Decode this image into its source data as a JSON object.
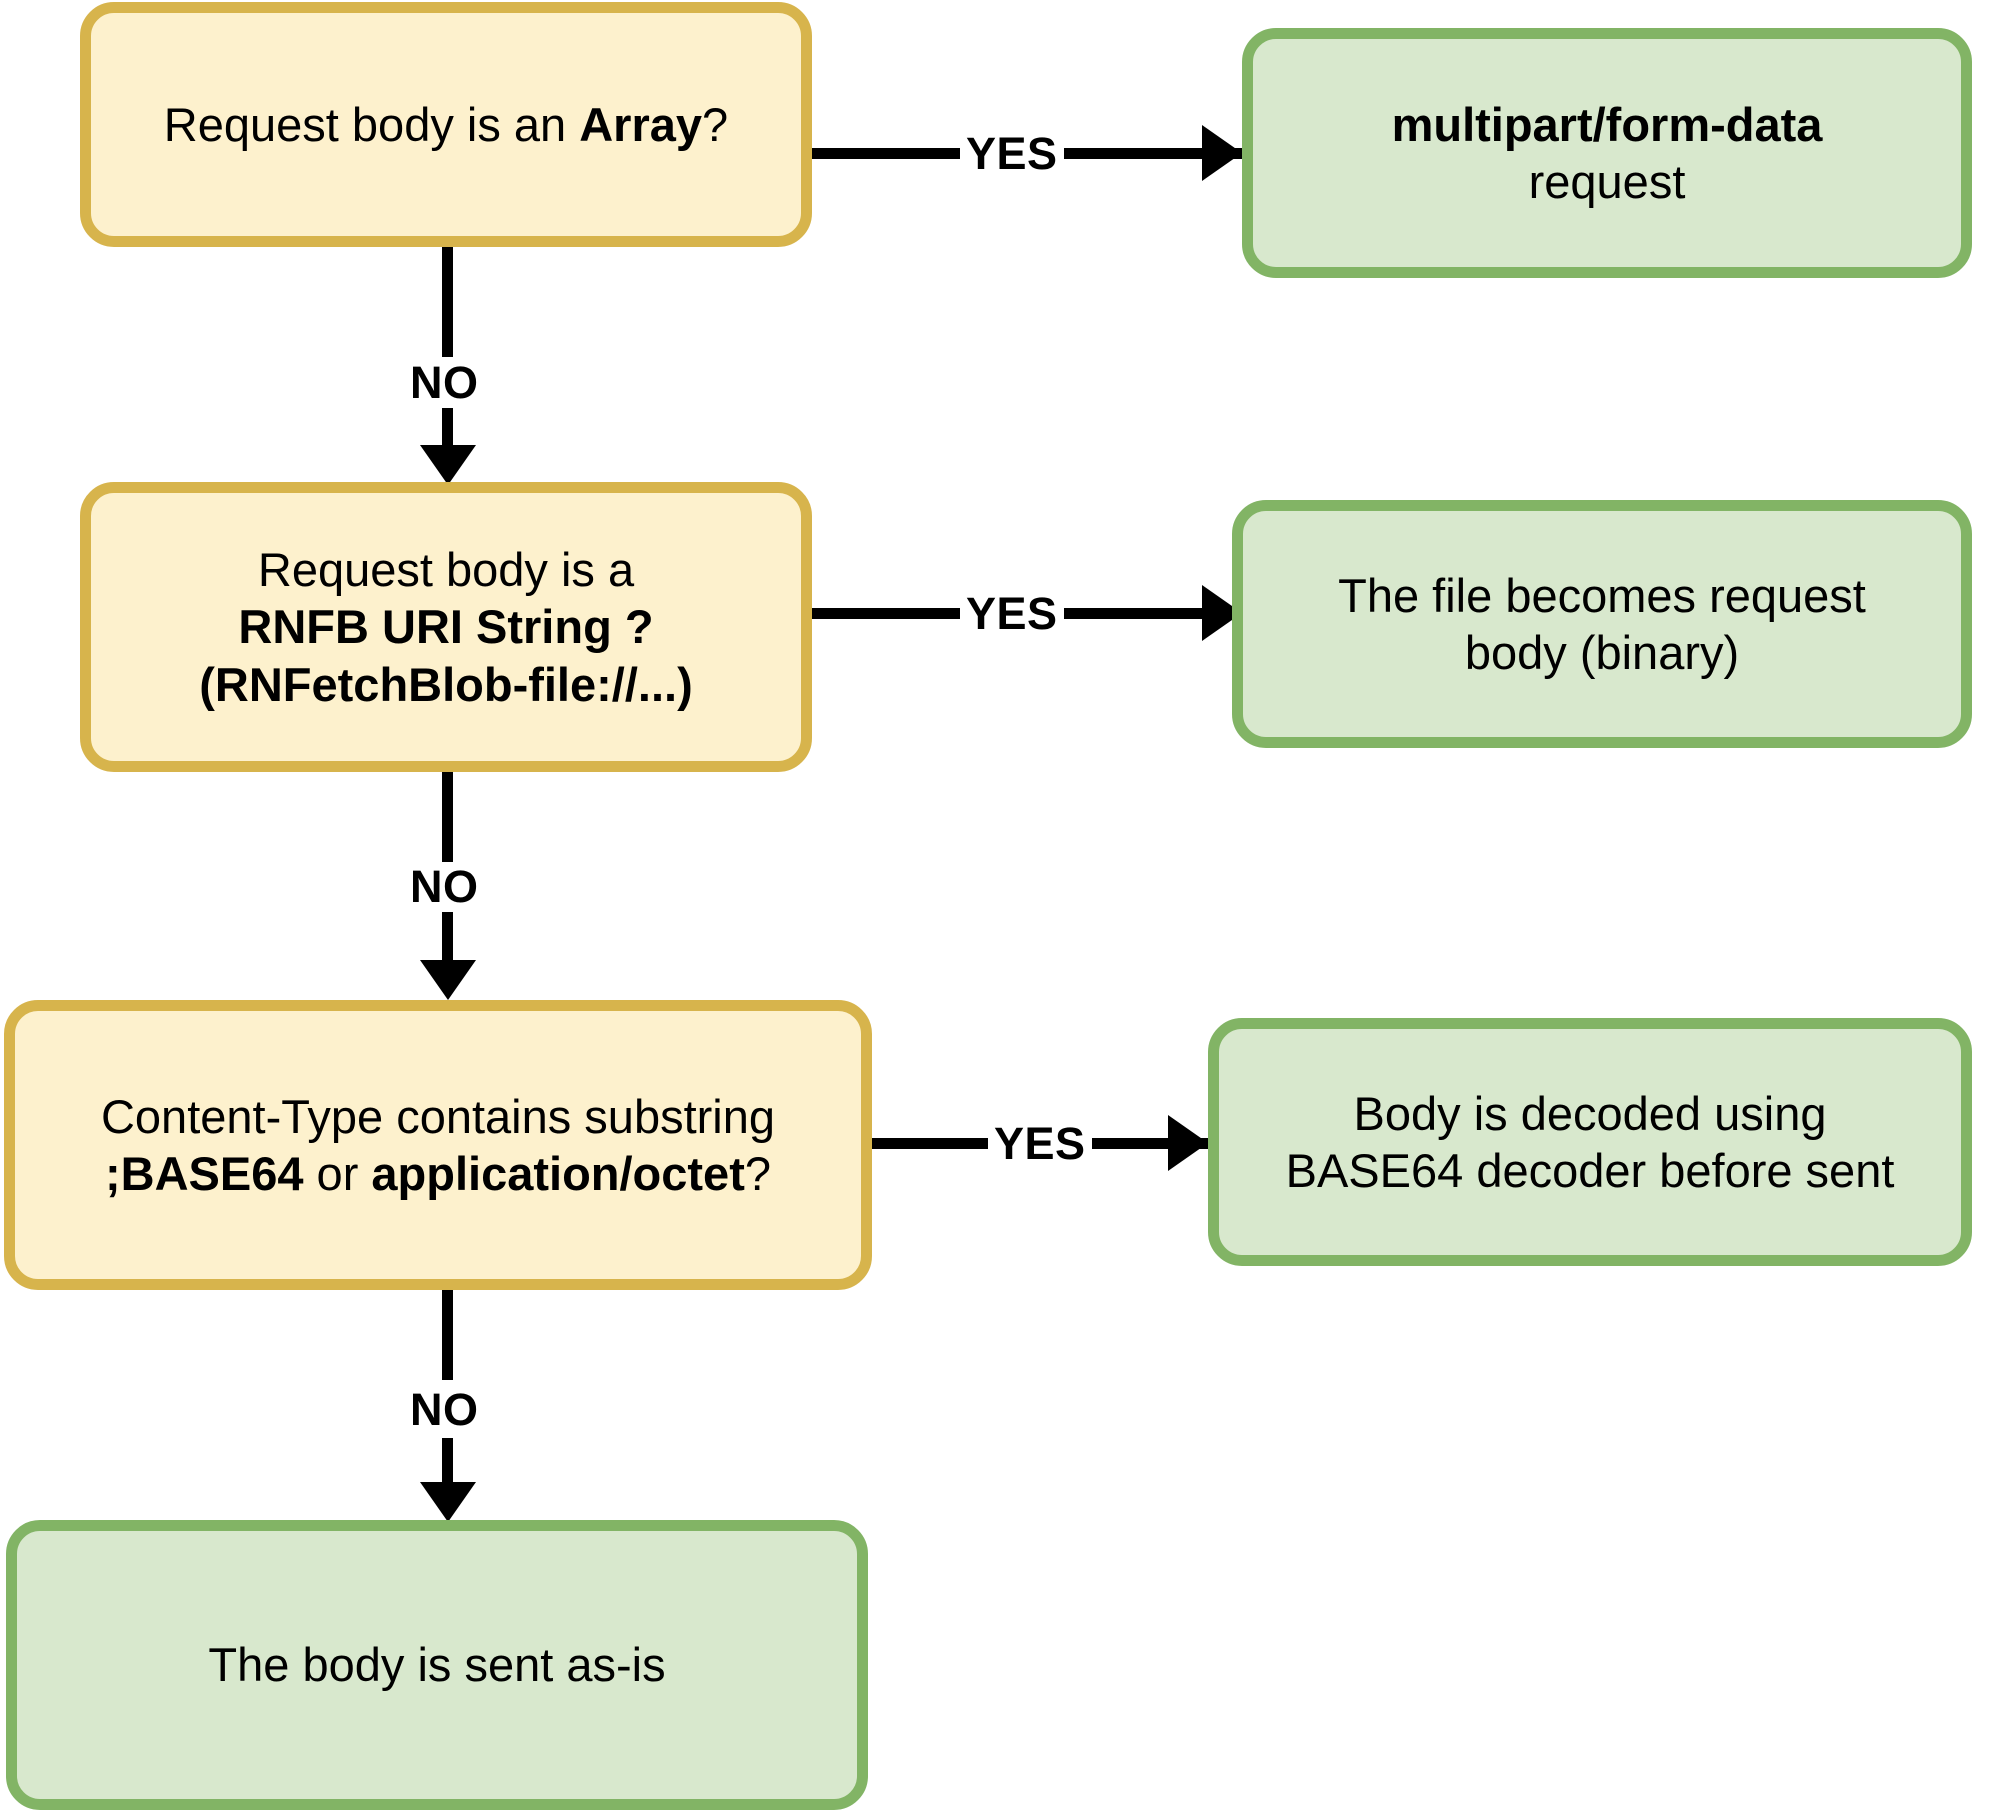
{
  "diagram": {
    "title": "RNFetchBlob request body handling decision flow",
    "colors": {
      "decision_fill": "#fdf1cd",
      "decision_border": "#d7b44c",
      "outcome_fill": "#d8e8cd",
      "outcome_border": "#82b465",
      "connector": "#000000",
      "background": "#ffffff"
    },
    "nodes": [
      {
        "id": "decision-array",
        "type": "decision",
        "text_plain": "Request body is an Array?",
        "text_html": "Request body is an <b>Array</b>?"
      },
      {
        "id": "outcome-multipart",
        "type": "outcome",
        "text_plain": "multipart/form-data\nrequest",
        "text_html": "<b>multipart/form-data</b>\nrequest"
      },
      {
        "id": "decision-rnfb-uri",
        "type": "decision",
        "text_plain": "Request body is a\nRNFB URI String ?\n(RNFetchBlob-file://...)",
        "text_html": "Request body is a\n<b>RNFB URI String ?</b>\n<b>(RNFetchBlob-file://...)</b>"
      },
      {
        "id": "outcome-file-binary",
        "type": "outcome",
        "text_plain": "The file becomes request\nbody (binary)",
        "text_html": "The file becomes request\nbody (binary)"
      },
      {
        "id": "decision-content-type",
        "type": "decision",
        "text_plain": "Content-Type contains substring\n;BASE64 or application/octet?",
        "text_html": "Content-Type contains substring\n<b>;BASE64</b> or <b>application/octet</b>?"
      },
      {
        "id": "outcome-base64-decoded",
        "type": "outcome",
        "text_plain": "Body is decoded using\nBASE64 decoder before sent",
        "text_html": "Body is decoded using\nBASE64 decoder before sent"
      },
      {
        "id": "outcome-as-is",
        "type": "outcome",
        "text_plain": "The body is sent as-is",
        "text_html": "The body is sent as-is"
      }
    ],
    "edges": [
      {
        "id": "edge-array-yes",
        "label": "YES",
        "from": "decision-array",
        "to": "outcome-multipart"
      },
      {
        "id": "edge-array-no",
        "label": "NO",
        "from": "decision-array",
        "to": "decision-rnfb-uri"
      },
      {
        "id": "edge-rnfb-yes",
        "label": "YES",
        "from": "decision-rnfb-uri",
        "to": "outcome-file-binary"
      },
      {
        "id": "edge-rnfb-no",
        "label": "NO",
        "from": "decision-rnfb-uri",
        "to": "decision-content-type"
      },
      {
        "id": "edge-content-type-yes",
        "label": "YES",
        "from": "decision-content-type",
        "to": "outcome-base64-decoded"
      },
      {
        "id": "edge-content-type-no",
        "label": "NO",
        "from": "decision-content-type",
        "to": "outcome-as-is"
      }
    ]
  }
}
